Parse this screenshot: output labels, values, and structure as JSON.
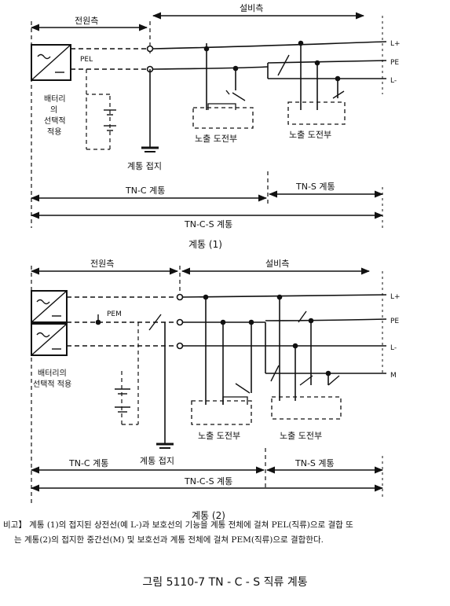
{
  "diagram1": {
    "source_side": "전원측",
    "equipment_side": "설비측",
    "line_l_plus": "L+",
    "line_pe": "PE",
    "line_l_minus": "L-",
    "pel": "PEL",
    "battery_note": [
      "배터리",
      "의",
      "선택적",
      "적용"
    ],
    "exposed_left": "노출 도전부",
    "exposed_right": "노출 도전부",
    "ground": "계통 접지",
    "tnc": "TN-C 계통",
    "tns": "TN-S 계통",
    "tncs": "TN-C-S 계통",
    "caption": "계통 (1)"
  },
  "diagram2": {
    "source_side": "전원측",
    "equipment_side": "설비측",
    "line_l_plus": "L+",
    "line_pe": "PE",
    "line_l_minus": "L-",
    "line_m": "M",
    "pem": "PEM",
    "battery_note": [
      "배터리의",
      "선택적 적용"
    ],
    "exposed_left": "노출 도전부",
    "exposed_right": "노출 도전부",
    "ground": "계통 접지",
    "tnc": "TN-C 계통",
    "tns": "TN-S 계통",
    "tncs": "TN-C-S 계통",
    "caption": "계통 (2)"
  },
  "note": {
    "line1": "비고】 계통 (1)의 접지된 상전선(예 L-)과 보호선의 기능을 계통 전체에 걸쳐 PEL(직류)으로 결합 또",
    "line2": "는 계통(2)의 접지한 중간선(M) 및 보호선과 계통 전체에 걸쳐 PEM(직류)으로 결합한다."
  },
  "figure_caption": "그림 5110-7  TN - C - S 직류 계통"
}
